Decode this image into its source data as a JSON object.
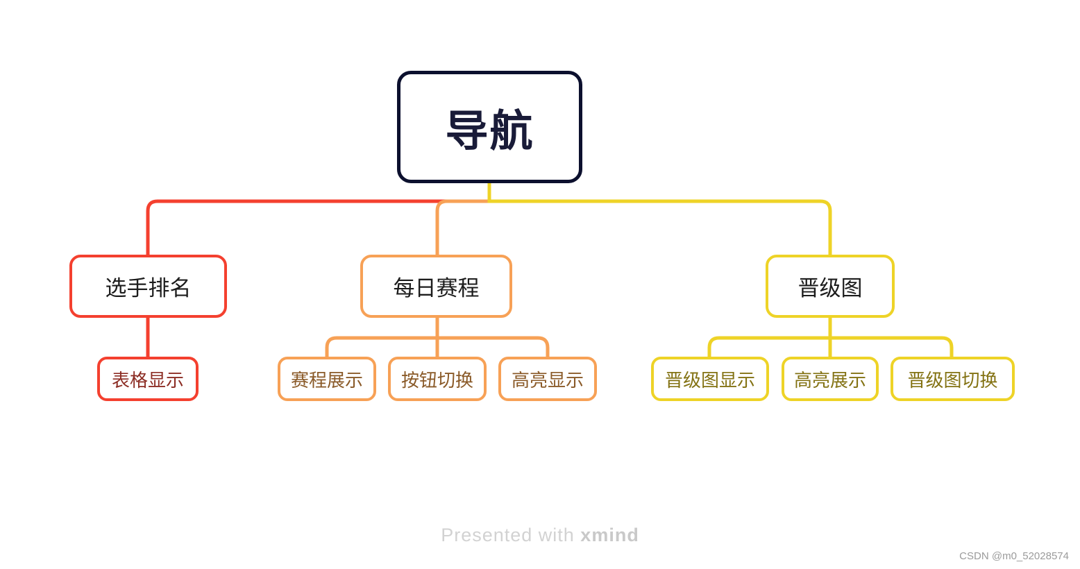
{
  "root": {
    "label": "导航",
    "border_color": "#0c102e",
    "text_color": "#191b38"
  },
  "branches": [
    {
      "label": "选手排名",
      "color": "#f4402f",
      "text_color": "#1c1c1c",
      "children": [
        {
          "label": "表格显示",
          "text_color": "#8c2d24"
        }
      ]
    },
    {
      "label": "每日赛程",
      "color": "#f7a156",
      "text_color": "#1c1c1c",
      "children": [
        {
          "label": "赛程展示",
          "text_color": "#8a5a28"
        },
        {
          "label": "按钮切换",
          "text_color": "#8a5a28"
        },
        {
          "label": "高亮显示",
          "text_color": "#8a5a28"
        }
      ]
    },
    {
      "label": "晋级图",
      "color": "#eed327",
      "text_color": "#1c1c1c",
      "children": [
        {
          "label": "晋级图显示",
          "text_color": "#837213"
        },
        {
          "label": "高亮展示",
          "text_color": "#837213"
        },
        {
          "label": "晋级图切换",
          "text_color": "#837213"
        }
      ]
    }
  ],
  "footer": {
    "prefix": "Presented with ",
    "brand": "xmind"
  },
  "watermark": "CSDN @m0_52028574"
}
